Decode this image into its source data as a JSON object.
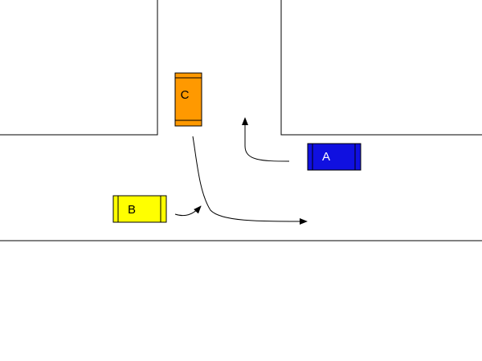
{
  "vehicles": {
    "a": {
      "label": "A",
      "color": "#1010e0",
      "label_color": "#ffffff"
    },
    "b": {
      "label": "B",
      "color": "#ffff00",
      "label_color": "#000000"
    },
    "c": {
      "label": "C",
      "color": "#ff9900",
      "label_color": "#000000"
    }
  },
  "colors": {
    "road_lines": "#000000",
    "arrows": "#000000",
    "background": "#ffffff"
  }
}
